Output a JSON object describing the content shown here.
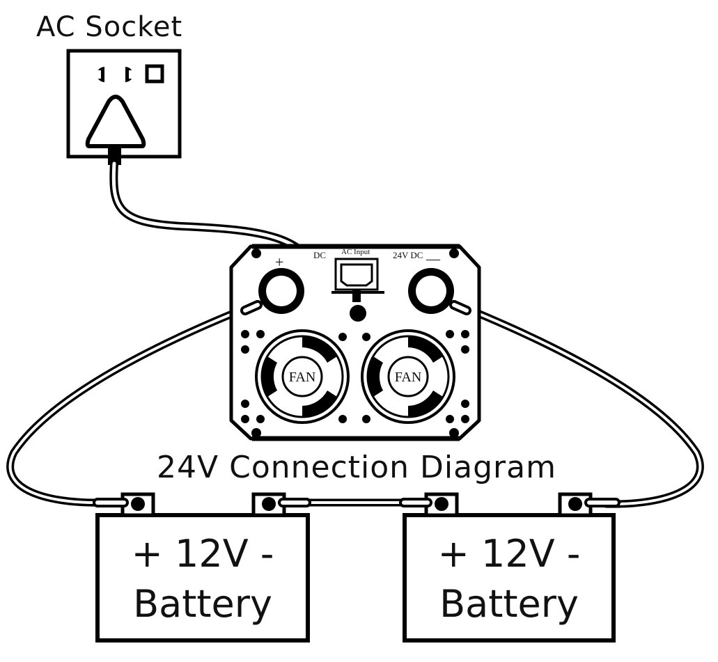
{
  "socket": {
    "title": "AC Socket"
  },
  "inverter": {
    "ac_input_label": "AC Input",
    "dc_left_label": "DC",
    "dc_right_label": "24V  DC",
    "plus_sign": "+",
    "minus_sign": "—",
    "fans": [
      "FAN",
      "FAN"
    ]
  },
  "diagram_title": "24V Connection Diagram",
  "batteries": [
    {
      "terminals": "+ 12V -",
      "label": "Battery"
    },
    {
      "terminals": "+ 12V -",
      "label": "Battery"
    }
  ]
}
